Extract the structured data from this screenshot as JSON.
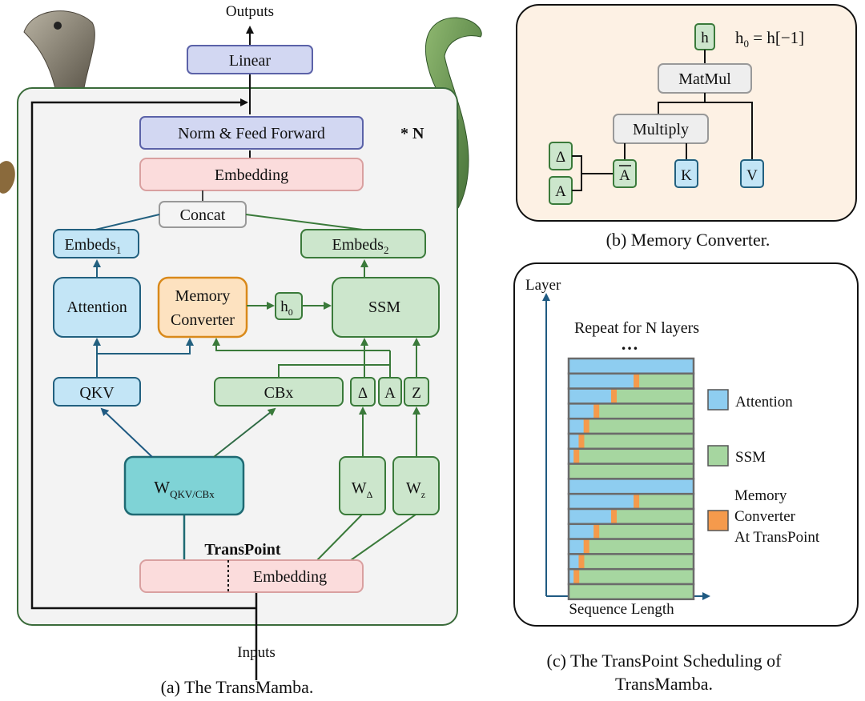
{
  "panel_a": {
    "inputs": "Inputs",
    "outputs": "Outputs",
    "linear": "Linear",
    "norm_ff": "Norm & Feed Forward",
    "repeat": "* N",
    "embedding_top": "Embedding",
    "concat": "Concat",
    "embeds1": "Embeds",
    "embeds1_sub": "1",
    "embeds2": "Embeds",
    "embeds2_sub": "2",
    "attention": "Attention",
    "memory_converter_1": "Memory",
    "memory_converter_2": "Converter",
    "h0": "h",
    "h0_sub": "0",
    "ssm": "SSM",
    "qkv": "QKV",
    "cbx": "CBx",
    "delta": "Δ",
    "a": "A",
    "z": "Z",
    "w_qkv": "W",
    "w_qkv_sub": "QKV/CBx",
    "w_delta": "W",
    "w_delta_sub": "Δ",
    "w_z": "W",
    "w_z_sub": "z",
    "transpoint": "TransPoint",
    "embedding_bottom": "Embedding",
    "caption": "(a) The TransMamba."
  },
  "panel_b": {
    "h": "h",
    "formula_lhs": "h",
    "formula_sub": "0",
    "formula_rhs": " = h[−1]",
    "matmul": "MatMul",
    "multiply": "Multiply",
    "delta": "Δ",
    "a": "A",
    "a_bar": "A",
    "k": "K",
    "v": "V",
    "caption": "(b) Memory Converter."
  },
  "panel_c": {
    "y_label": "Layer",
    "x_label": "Sequence Length",
    "repeat": "Repeat for N layers",
    "dots": "…",
    "legend_attention": "Attention",
    "legend_ssm": "SSM",
    "legend_mc_1": "Memory",
    "legend_mc_2": "Converter",
    "legend_mc_3": "At TransPoint",
    "caption_1": "(c) The TransPoint Scheduling of",
    "caption_2": "TransMamba.",
    "schedule_blocks": [
      [
        1.0,
        0.52,
        0.34,
        0.2,
        0.12,
        0.08,
        0.04,
        0.0
      ],
      [
        1.0,
        0.52,
        0.34,
        0.2,
        0.12,
        0.08,
        0.04,
        0.0
      ]
    ]
  },
  "colors": {
    "blue_fill": "#c3e5f6",
    "blue_stroke": "#22607f",
    "green_fill": "#cce6cc",
    "green_stroke": "#3a7a3a",
    "pink_fill": "#fbdcdc",
    "pink_stroke": "#d9a0a0",
    "purple_fill": "#d2d7f2",
    "purple_stroke": "#5b62a8",
    "orange_fill": "#fde2c0",
    "orange_stroke": "#d9891a",
    "teal_fill": "#7fd3d6",
    "teal_stroke": "#1f6a73",
    "sched_blue": "#8ecdf0",
    "sched_green": "#a6d6a0",
    "sched_orange": "#f59a4c"
  }
}
